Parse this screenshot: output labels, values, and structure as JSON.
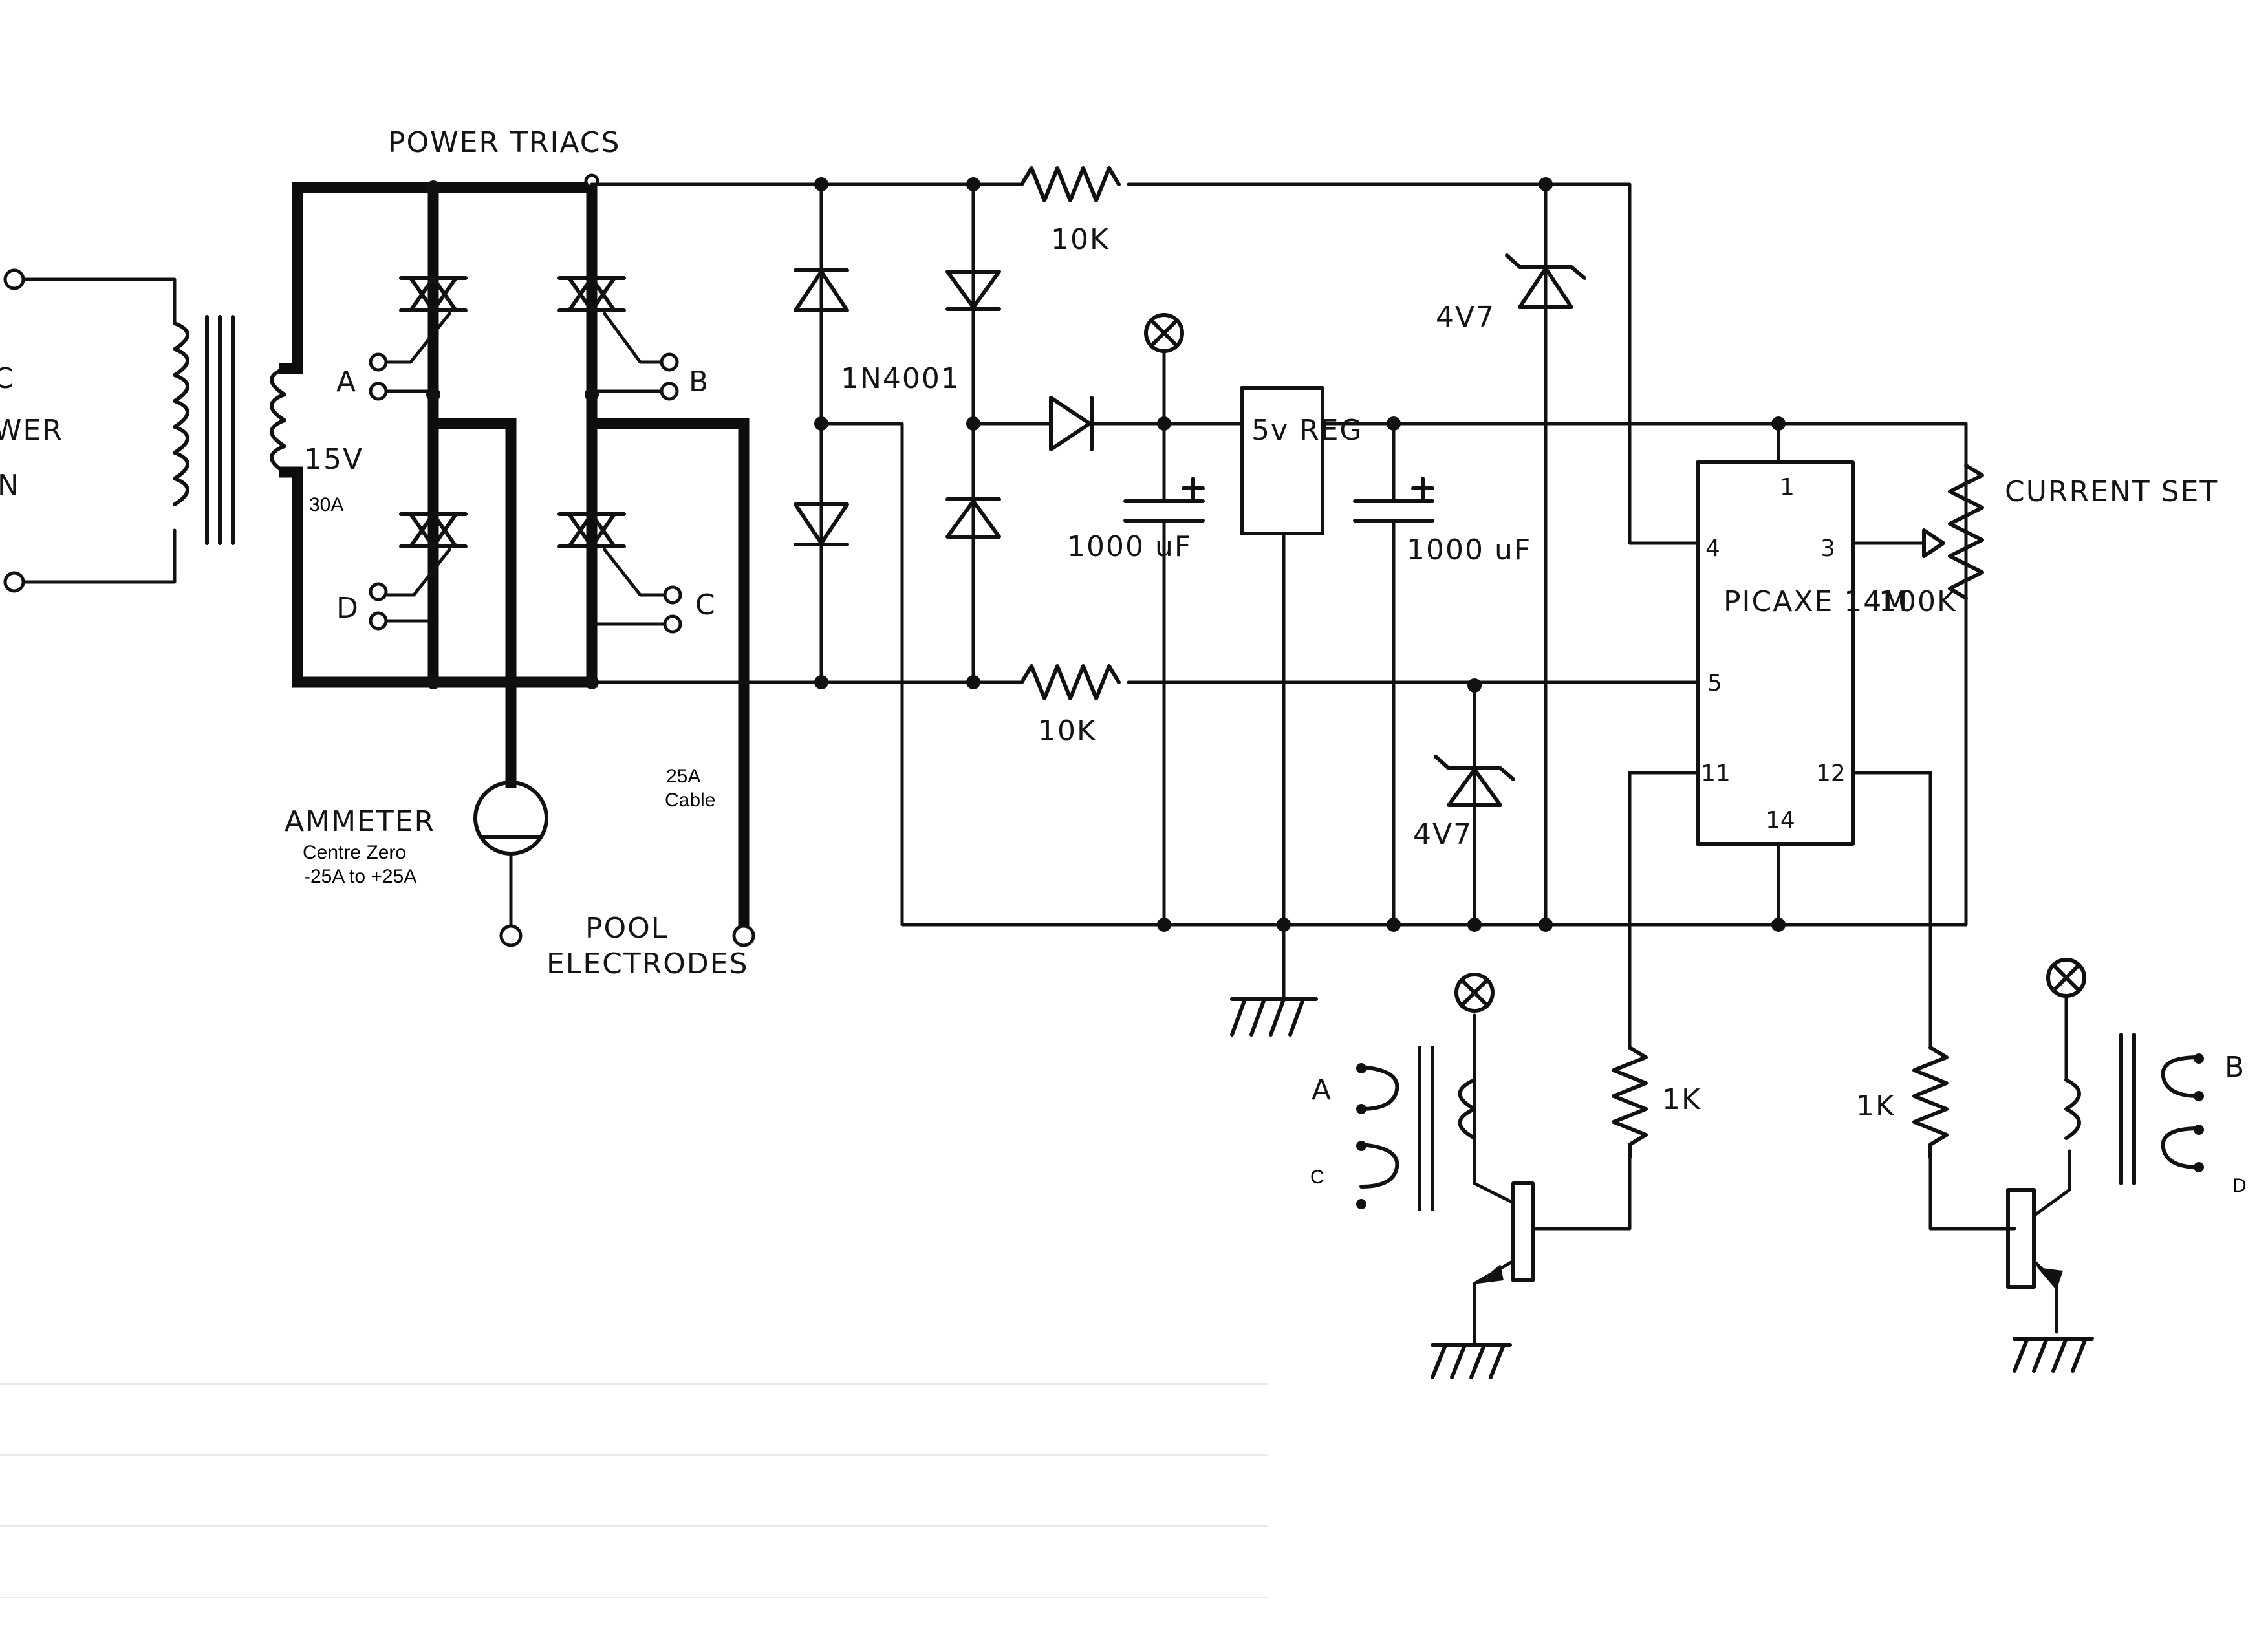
{
  "labels": {
    "power_triacs": "POWER TRIACS",
    "r_top": "10K",
    "r_bottom": "10K",
    "diode_bridge": "1N4001",
    "zener_top": "4V7",
    "zener_bottom": "4V7",
    "regulator": "5v REG",
    "cap_left": "1000 uF",
    "cap_right": "1000 uF",
    "pot_value": "100K",
    "current_set": "CURRENT SET",
    "picaxe": "PICAXE 14M",
    "ammeter": "AMMETER",
    "ammeter_note_1": "Centre Zero",
    "ammeter_note_2": "-25A to +25A",
    "cable": "25A",
    "cable_2": "Cable",
    "pool": "POOL",
    "electrodes": "ELECTRODES",
    "secondary_v": "15V",
    "secondary_a": "30A",
    "mains_1": "C",
    "mains_2": "WER",
    "mains_3": "N",
    "r1k_left": "1K",
    "r1k_right": "1K"
  },
  "triac_gates": [
    "A",
    "B",
    "D",
    "C"
  ],
  "picaxe_pins": [
    "1",
    "4",
    "3",
    "5",
    "11",
    "12",
    "14"
  ],
  "relay_left": {
    "contact_1": "A",
    "contact_2": "C"
  },
  "relay_right": {
    "contact_1": "B",
    "contact_2": "D"
  }
}
